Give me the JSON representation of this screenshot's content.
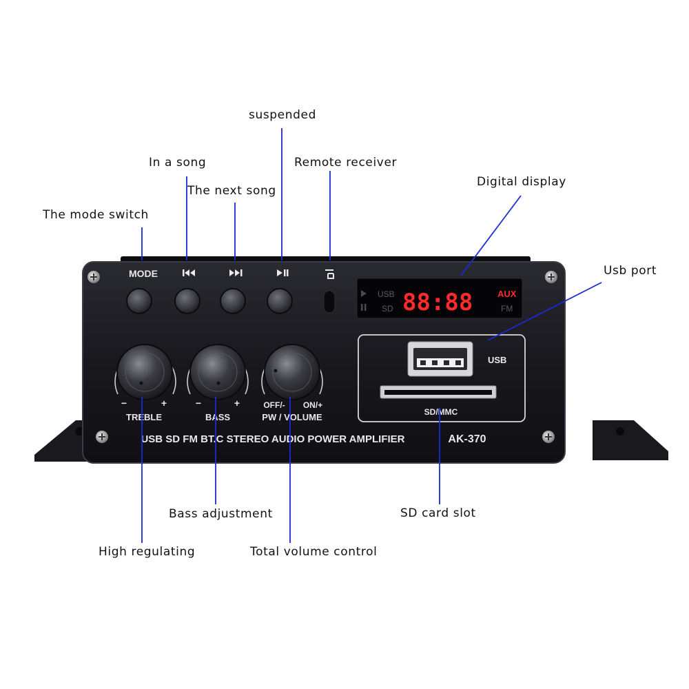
{
  "callouts": {
    "suspended": "suspended",
    "prev_song": "In a song",
    "remote": "Remote receiver",
    "next_song": "The next song",
    "digital_display": "Digital display",
    "mode_switch": "The mode switch",
    "usb_port": "Usb port",
    "bass_adj": "Bass adjustment",
    "sd_slot": "SD card slot",
    "high_reg": "High regulating",
    "volume_ctrl": "Total volume control"
  },
  "panel": {
    "mode_label": "MODE",
    "treble_label": "TREBLE",
    "bass_label": "BASS",
    "volume_label": "PW / VOLUME",
    "minus": "−",
    "plus": "+",
    "off_label": "OFF/-",
    "on_label": "ON/+",
    "usb_label": "USB",
    "sd_label": "SD/MMC",
    "title": "USB SD FM BT.C STEREO AUDIO POWER AMPLIFIER",
    "model": "AK-370"
  },
  "display": {
    "digits": "88:88",
    "aux": "AUX",
    "fm": "FM",
    "usb": "USB",
    "sd": "SD"
  },
  "colors": {
    "leader_line": "#1a2bd6",
    "panel": "#1b1b20",
    "led": "#ff2a2a"
  }
}
